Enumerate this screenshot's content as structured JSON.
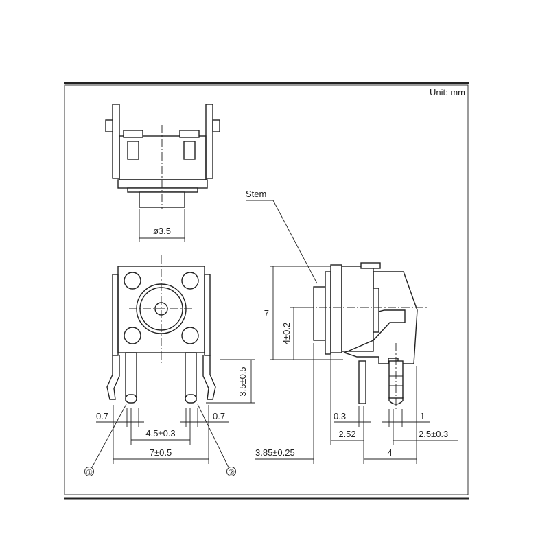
{
  "unit_label": "Unit: mm",
  "stem_label": "Stem",
  "callouts": {
    "pin1": "①",
    "pin2": "②"
  },
  "dimensions": {
    "top_dia": "ø3.5",
    "height_total": "7",
    "height_body": "4±0.2",
    "pin_length": "3.5±0.5",
    "lead_left": "0.7",
    "lead_right": "0.7",
    "pin_pitch": "4.5±0.3",
    "width": "7±0.5",
    "side_a": "0.3",
    "side_b": "1",
    "side_c": "2.52",
    "side_d": "2.5±0.3",
    "side_e": "3.85±0.25",
    "side_f": "4"
  }
}
